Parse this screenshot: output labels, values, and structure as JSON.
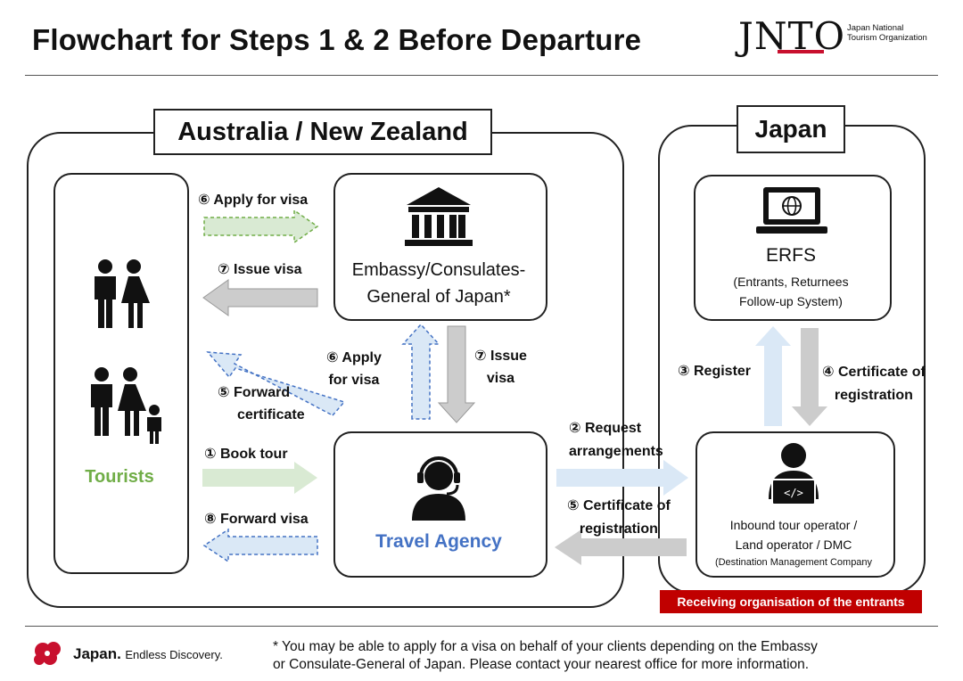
{
  "header": {
    "title": "Flowchart for Steps 1 & 2 Before Departure",
    "logo_text": "JNTO",
    "org_line1": "Japan National",
    "org_line2": "Tourism Organization"
  },
  "regions": {
    "left_label": "Australia / New Zealand",
    "right_label": "Japan"
  },
  "nodes": {
    "tourists": "Tourists",
    "embassy_line1": "Embassy/Consulates-",
    "embassy_line2": "General of Japan*",
    "travel_agency": "Travel Agency",
    "erfs": "ERFS",
    "erfs_sub1": "(Entrants, Returnees",
    "erfs_sub2": "Follow-up System)",
    "operator_line1": "Inbound tour operator /",
    "operator_line2": "Land operator / DMC",
    "operator_line3": "(Destination Management Company",
    "receiving": "Receiving organisation of the entrants"
  },
  "steps": {
    "apply_visa_top": "⑥ Apply for visa",
    "issue_visa_left": "⑦ Issue visa",
    "apply_visa_mid_1": "⑥ Apply",
    "apply_visa_mid_2": "for visa",
    "issue_visa_mid_1": "⑦ Issue",
    "issue_visa_mid_2": "visa",
    "forward_cert_1": "⑤ Forward",
    "forward_cert_2": "certificate",
    "book_tour": "① Book tour",
    "forward_visa": "⑧ Forward visa",
    "request_1": "② Request",
    "request_2": "arrangements",
    "cert_reg_1": "⑤ Certificate of",
    "cert_reg_2": "registration",
    "register": "③ Register",
    "cert_reg_up_1": "④ Certificate of",
    "cert_reg_up_2": "registration"
  },
  "footer": {
    "brand": "Japan.",
    "brand_tag": "Endless Discovery.",
    "note_line1": "* You may be able to apply for a visa on behalf of your clients depending on the Embassy",
    "note_line2": "or Consulate-General of Japan. Please contact your nearest office for more information."
  },
  "colors": {
    "green_accent": "#70ad47",
    "blue_accent": "#4472c4",
    "red_banner": "#c00000",
    "arrow_green": "#d9ead3",
    "arrow_blue": "#dae8f6",
    "arrow_gray": "#cccccc"
  }
}
